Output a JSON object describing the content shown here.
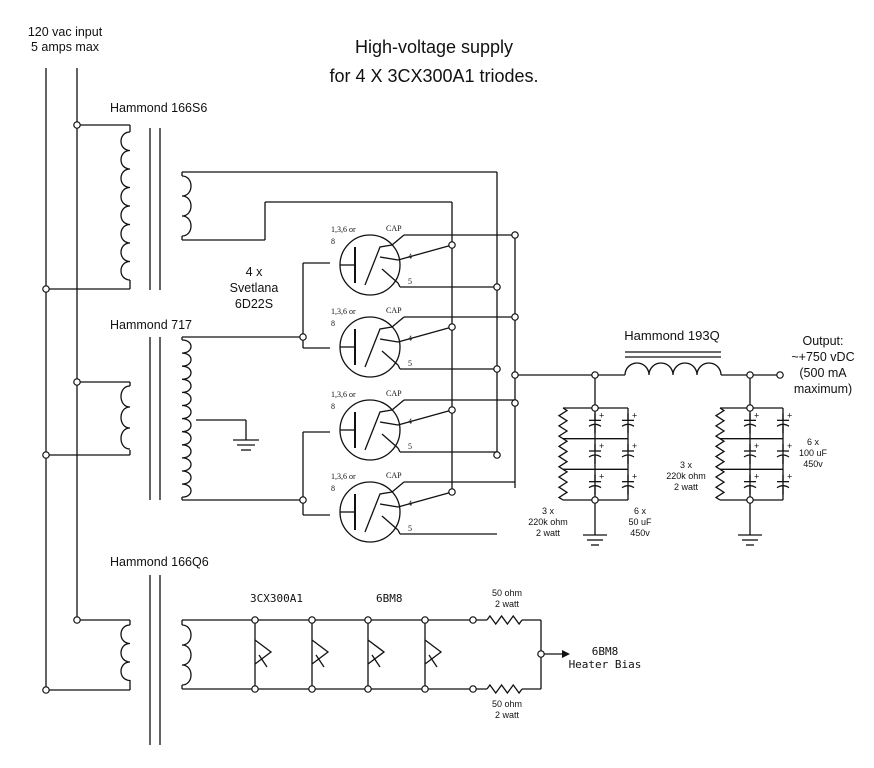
{
  "title": {
    "line1": "High-voltage supply",
    "line2": "for 4 X 3CX300A1 triodes."
  },
  "input": {
    "line1": "120 vac input",
    "line2": "5 amps max"
  },
  "transformers": {
    "t1": "Hammond 166S6",
    "t2": "Hammond 717",
    "t3": "Hammond 166Q6"
  },
  "rectifiers": {
    "count": "4 x",
    "brand": "Svetlana",
    "type": "6D22S",
    "pin_cathode_a": "1,3,6 or",
    "pin_cathode_b": "8",
    "pin_cap": "CAP",
    "pin_4": "4",
    "pin_5": "5"
  },
  "choke": "Hammond 193Q",
  "output": {
    "line1": "Output:",
    "line2": "~+750 vDC",
    "line3": "(500 mA",
    "line4": "maximum)"
  },
  "filter1": {
    "res_count": "3 x",
    "res_value": "220k ohm",
    "res_power": "2 watt",
    "cap_count": "6 x",
    "cap_value": "50 uF",
    "cap_voltage": "450v"
  },
  "filter2": {
    "res_count": "3 x",
    "res_value": "220k ohm",
    "res_power": "2 watt",
    "cap_count": "6 x",
    "cap_value": "100 uF",
    "cap_voltage": "450v"
  },
  "heater": {
    "label_tubes1": "3CX300A1",
    "label_tubes2": "6BM8",
    "res_top_value": "50 ohm",
    "res_top_power": "2 watt",
    "res_bot_value": "50 ohm",
    "res_bot_power": "2 watt",
    "bias_line1": "6BM8",
    "bias_line2": "Heater Bias"
  },
  "colors": {
    "ink": "#111111",
    "background": "#ffffff"
  }
}
